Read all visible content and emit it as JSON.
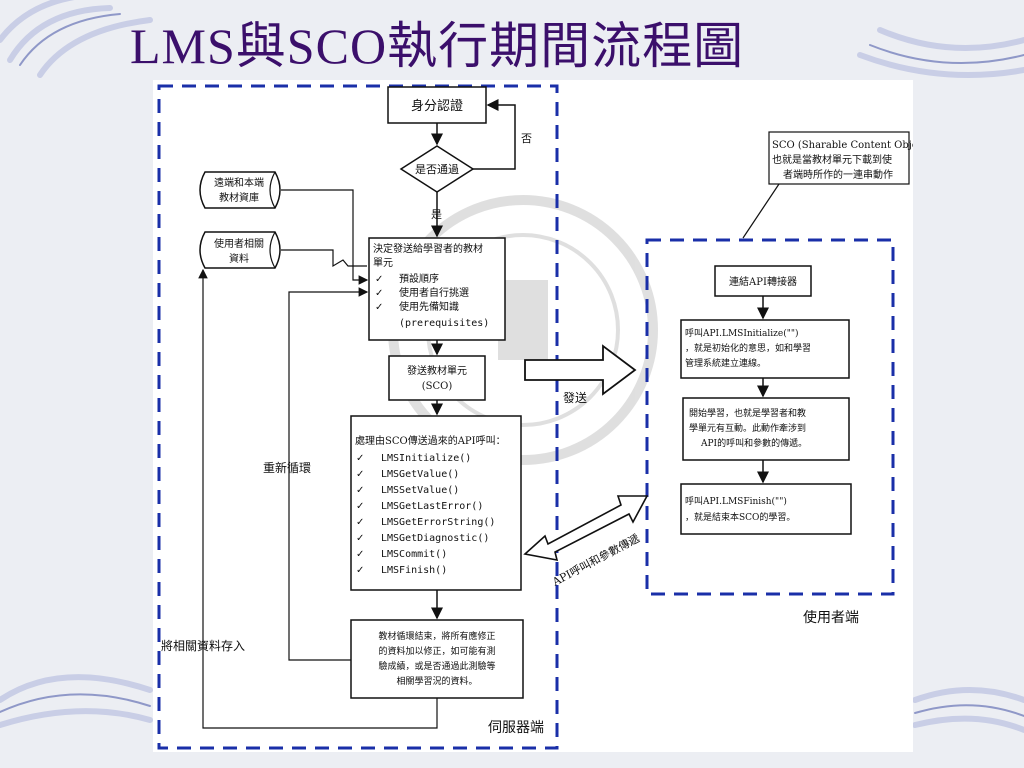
{
  "slide": {
    "title": "LMS與SCO執行期間流程圖"
  },
  "server": {
    "label": "伺服器端",
    "auth": "身分認證",
    "decision": "是否通過",
    "no_label": "否",
    "yes_label": "是",
    "remote_repo": [
      "遠端和本端",
      "教材資庫"
    ],
    "user_data": [
      "使用者相關",
      "資料"
    ],
    "decide_box": {
      "lines": [
        "決定發送給學習者的教材",
        "單元"
      ],
      "items": [
        "預設順序",
        "使用者自行挑選",
        "使用先備知識"
      ],
      "note": "(prerequisites)"
    },
    "send_box": [
      "發送教材單元",
      "(SCO)"
    ],
    "process_box": {
      "title": "處理由SCO傳送過來的API呼叫：",
      "calls": [
        "LMSInitialize()",
        "LMSGetValue()",
        "LMSSetValue()",
        "LMSGetLastError()",
        "LMSGetErrorString()",
        "LMSGetDiagnostic()",
        "LMSCommit()",
        "LMSFinish()"
      ]
    },
    "end_box": [
      "教材循環結束，將所有應修正",
      "的資料加以修正，如可能有測",
      "驗成績，或是否通過此測驗等",
      "相關學習況的資料。"
    ],
    "loop_label": "重新循環",
    "store_label": "將相關資料存入"
  },
  "arrows": {
    "send_label": "發送",
    "api_label": "API呼叫和參數傳遞"
  },
  "client": {
    "label": "使用者端",
    "callout": [
      "SCO (Sharable Content Object",
      "也就是當教材單元下載到使",
      "者端時所作的一連串動作"
    ],
    "connect_box": "連結API轉接器",
    "init_box": [
      "呼叫API.LMSInitialize(\"\")",
      "，就是初始化的意思，如和學習",
      "管理系統建立連線。"
    ],
    "learn_box": [
      "開始學習，也就是學習者和教",
      "學單元有互動。此動作牽涉到",
      "API的呼叫和參數的傳遞。"
    ],
    "finish_box": [
      "呼叫API.LMSFinish(\"\")",
      "，就是結束本SCO的學習。"
    ]
  },
  "colors": {
    "title": "#3b0f6b",
    "dash": "#1a2fa8",
    "line": "#111111"
  }
}
